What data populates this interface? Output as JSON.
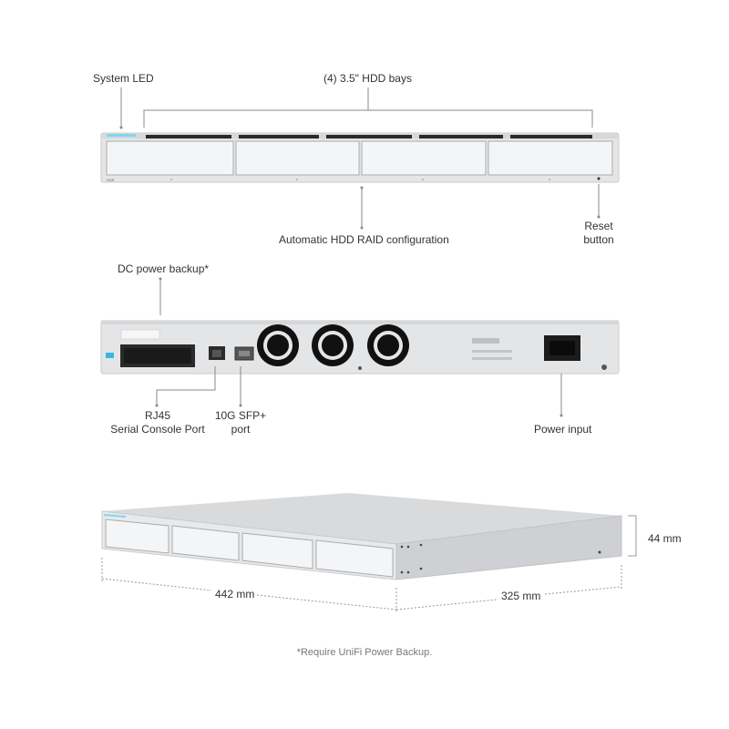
{
  "front": {
    "system_led": "System LED",
    "hdd_bays": "(4) 3.5\" HDD bays",
    "raid": "Automatic HDD RAID configuration",
    "reset_line1": "Reset",
    "reset_line2": "button"
  },
  "rear": {
    "dc_backup": "DC power backup*",
    "rj45_line1": "RJ45",
    "rj45_line2": "Serial Console Port",
    "sfp_line1": "10G SFP+",
    "sfp_line2": "port",
    "power_input": "Power input"
  },
  "dimensions": {
    "height": "44 mm",
    "width": "442 mm",
    "depth": "325 mm"
  },
  "footnote": "*Require UniFi Power Backup.",
  "colors": {
    "chassis": "#e6e7e9",
    "bay": "#f3f4f5",
    "led": "#7fd6f2",
    "fan": "#111111"
  }
}
